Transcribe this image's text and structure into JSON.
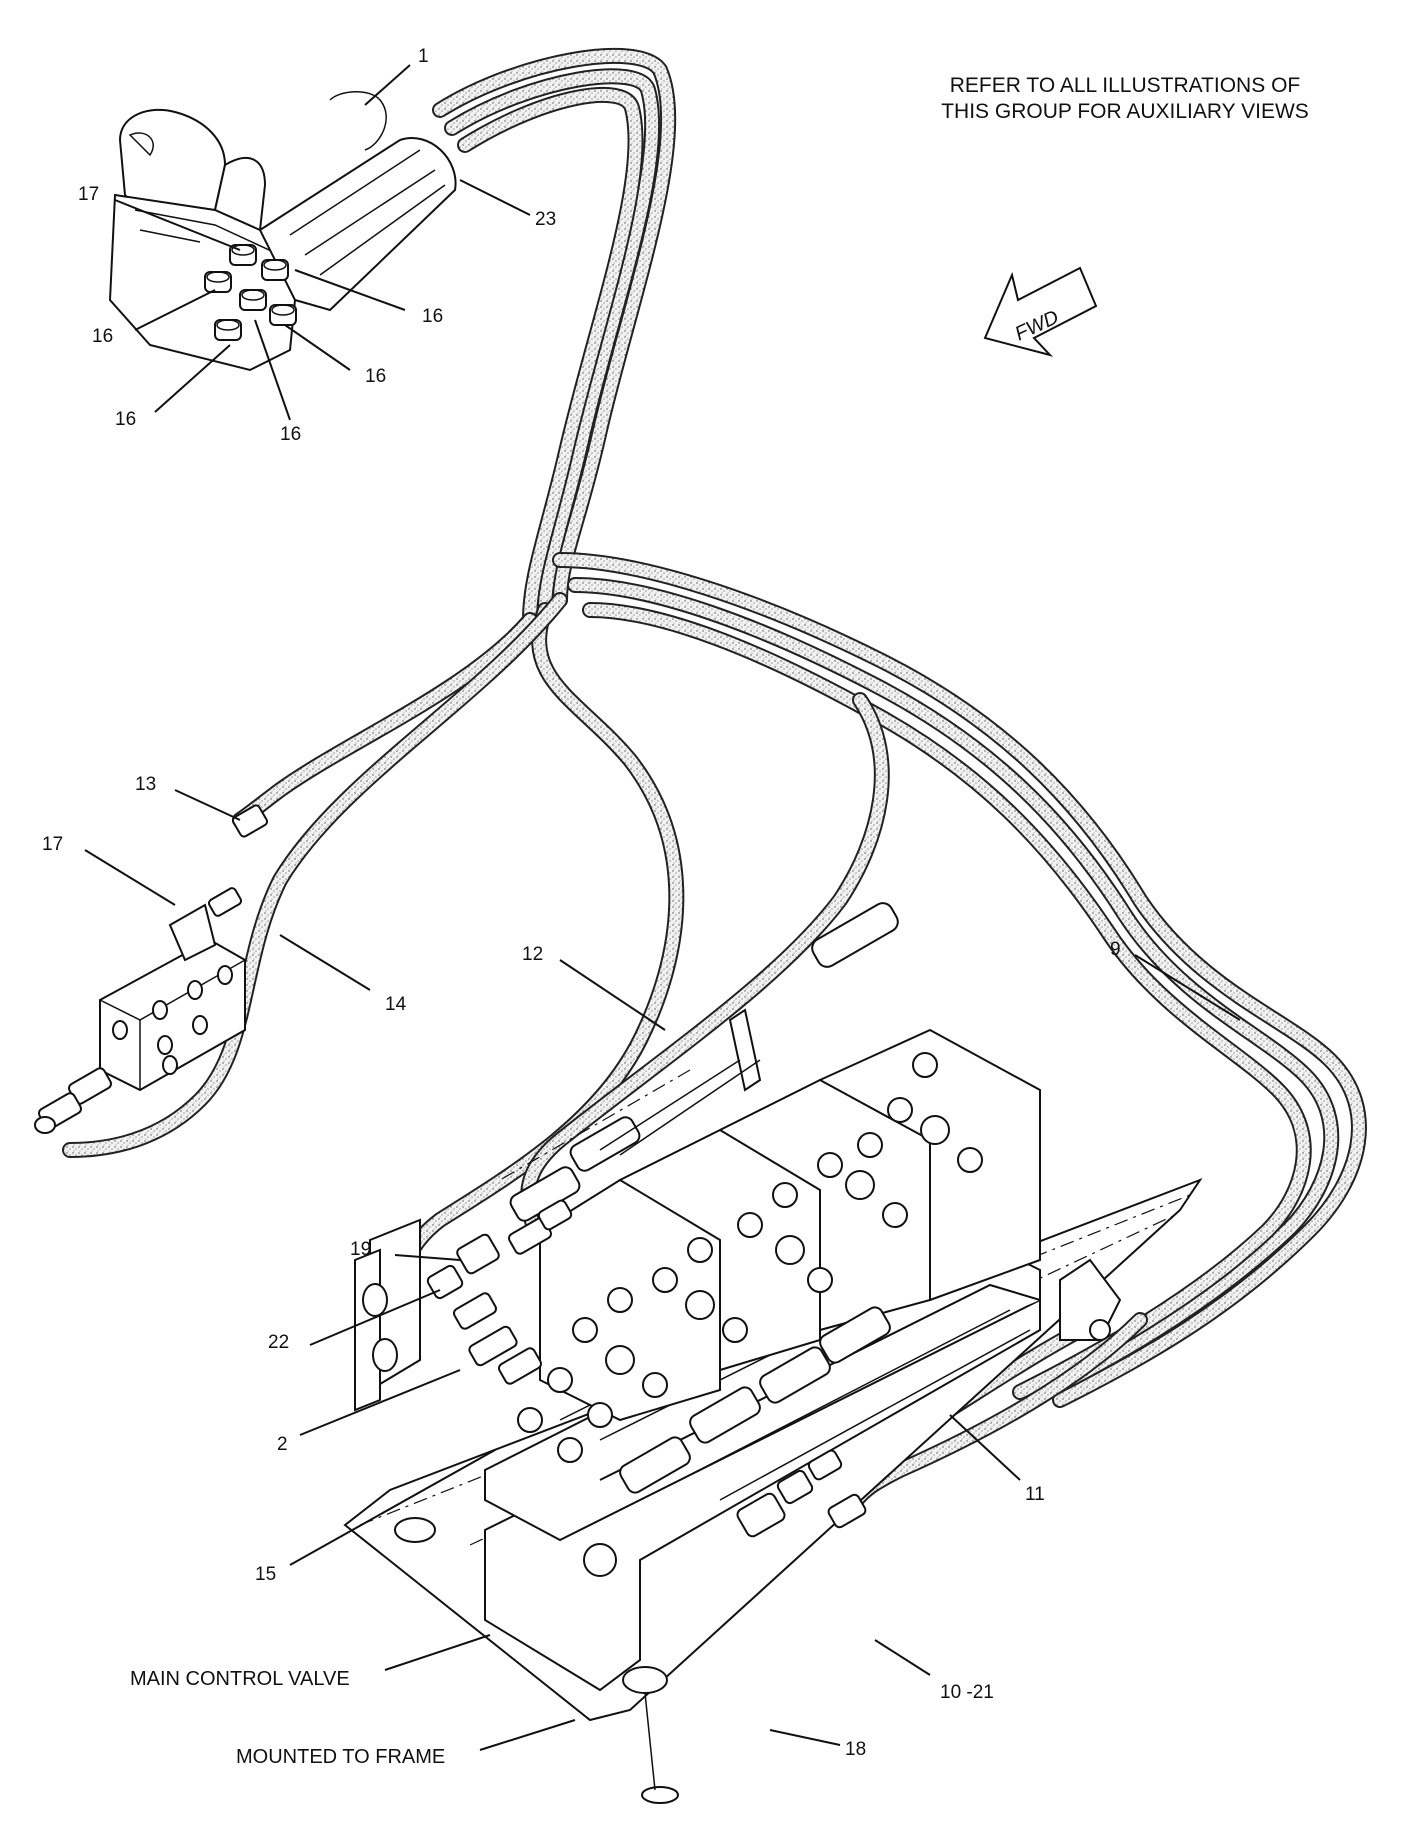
{
  "note": {
    "line1": "REFER TO ALL ILLUSTRATIONS OF",
    "line2": "THIS GROUP FOR AUXILIARY VIEWS"
  },
  "fwd_arrow": {
    "label": "FWD"
  },
  "labels": {
    "main_control_valve": "MAIN CONTROL VALVE",
    "mounted_to_frame": "MOUNTED TO FRAME"
  },
  "callouts": {
    "c1": "1",
    "c23": "23",
    "c17_top": "17",
    "c16_right_upper": "16",
    "c16_left": "16",
    "c16_right_lower": "16",
    "c16_bottom_left": "16",
    "c16_bottom": "16",
    "c13": "13",
    "c17_mid": "17",
    "c14": "14",
    "c12": "12",
    "c9": "9",
    "c19": "19",
    "c22": "22",
    "c2": "2",
    "c15": "15",
    "c11": "11",
    "c10_21": "10 -21",
    "c18": "18"
  }
}
